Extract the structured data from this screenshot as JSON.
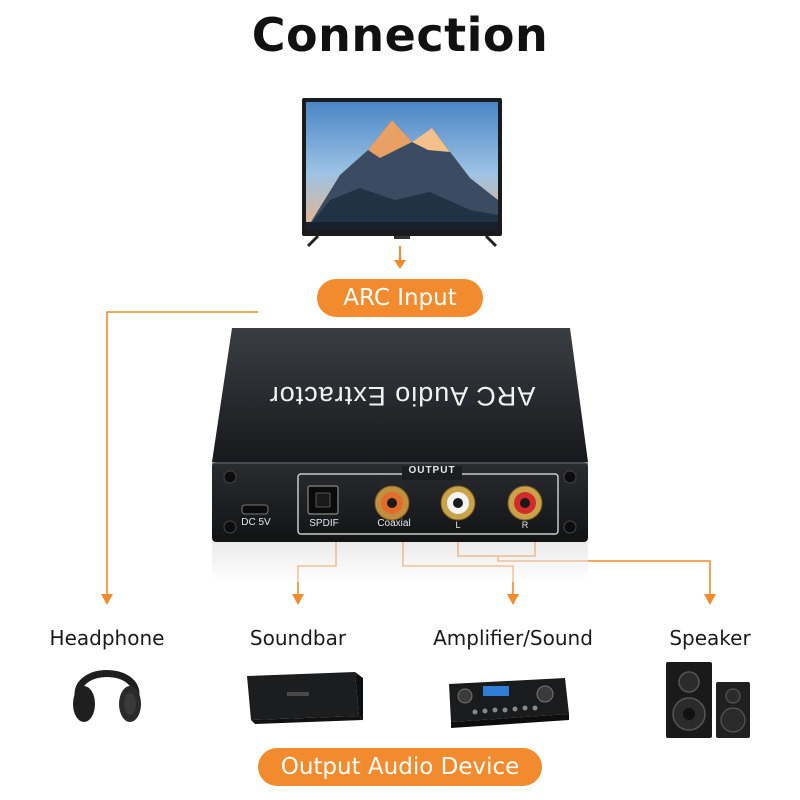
{
  "title": "Connection",
  "arc_input_label": "ARC Input",
  "output_label": "Output Audio Device",
  "box": {
    "name": "ARC Audio Extractor",
    "output_caption": "OUTPUT",
    "dc_label": "DC 5V",
    "spdif_label": "SPDIF",
    "coaxial_label": "Coaxial",
    "l_label": "L",
    "r_label": "R"
  },
  "devices": [
    {
      "label": "Headphone",
      "icon": "headphone-icon"
    },
    {
      "label": "Soundbar",
      "icon": "soundbar-icon"
    },
    {
      "label": "Amplifier/Sound",
      "icon": "amplifier-icon"
    },
    {
      "label": "Speaker",
      "icon": "speaker-icon"
    }
  ],
  "colors": {
    "accent": "#f28a2e",
    "device_body": "#202226"
  }
}
